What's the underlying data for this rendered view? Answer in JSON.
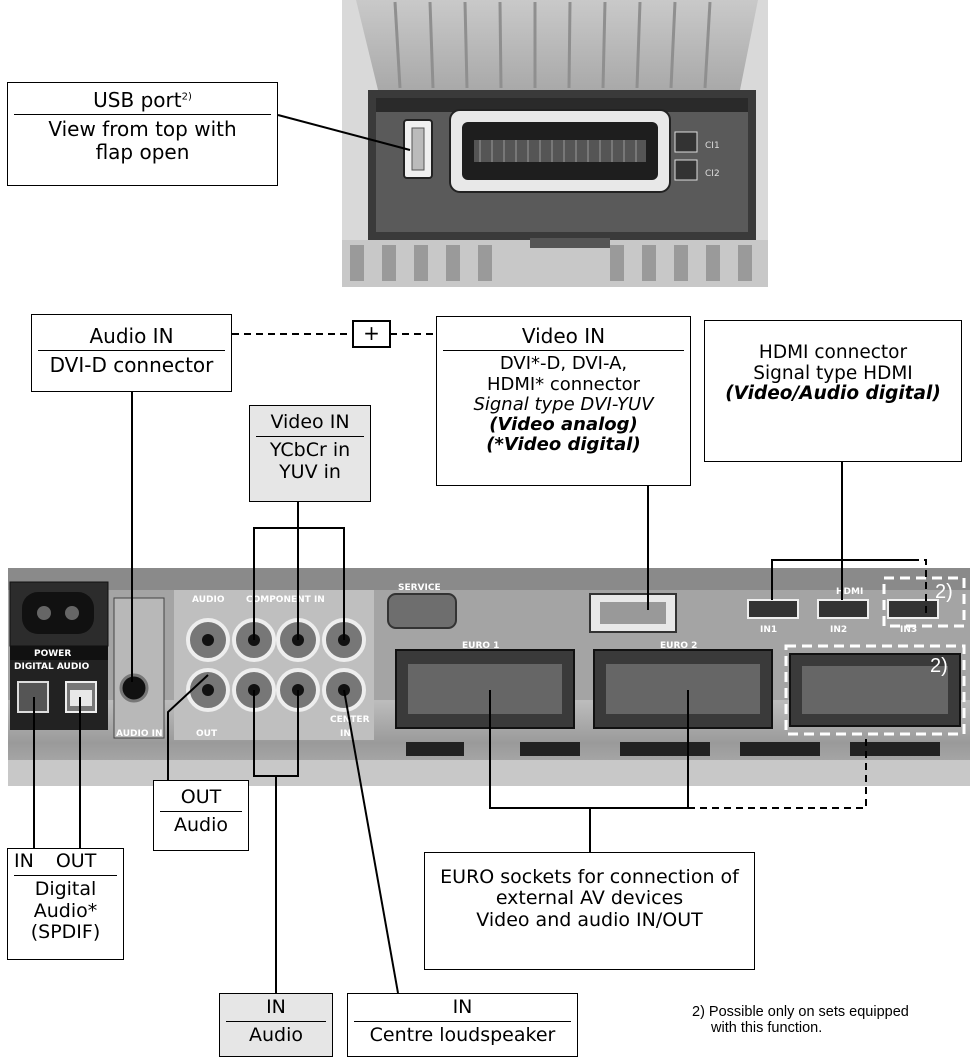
{
  "boxes": {
    "usb": {
      "title": "USB port",
      "title_sup": "2)",
      "line1": "View from top with",
      "line2": "flap open"
    },
    "audio_in_dvi": {
      "title": "Audio IN",
      "line1": "DVI-D connector"
    },
    "video_in_dvi": {
      "title": "Video IN",
      "line1": "DVI*-D, DVI-A,",
      "line2": "HDMI* connector",
      "line3": "Signal type DVI-YUV",
      "line4": "(Video analog)",
      "line5": "(*Video digital)"
    },
    "hdmi": {
      "line1": "HDMI connector",
      "line2": "Signal type HDMI",
      "line3": "(Video/Audio digital)"
    },
    "video_in_ycbcr": {
      "title": "Video IN",
      "line1": "YCbCr in",
      "line2": "YUV in"
    },
    "spdif": {
      "in": "IN",
      "out": "OUT",
      "line1": "Digital",
      "line2": "Audio*",
      "line3": "(SPDIF)"
    },
    "out_audio": {
      "title": "OUT",
      "line1": "Audio"
    },
    "euro": {
      "line1": "EURO sockets for connection of",
      "line2": "external AV devices",
      "line3": "Video and audio IN/OUT"
    },
    "in_audio": {
      "title": "IN",
      "line1": "Audio"
    },
    "in_centre": {
      "title": "IN",
      "line1": "Centre loudspeaker"
    }
  },
  "plus_symbol": "+",
  "panel_labels": {
    "power": "POWER",
    "digital_audio": "DIGITAL AUDIO",
    "audio": "AUDIO",
    "component_in": "COMPONENT IN",
    "service": "SERVICE",
    "euro1": "EURO 1",
    "euro2": "EURO 2",
    "hdmi": "HDMI",
    "in1": "IN1",
    "in2": "IN2",
    "in3": "IN3",
    "audio_in": "AUDIO IN",
    "out": "OUT",
    "in": "IN",
    "center": "CENTER",
    "ci1": "CI1",
    "ci2": "CI2",
    "fn_mark1": "2)",
    "fn_mark2": "2)"
  },
  "footnote": {
    "line1": "2) Possible only on sets equipped",
    "line2": "with this function."
  }
}
